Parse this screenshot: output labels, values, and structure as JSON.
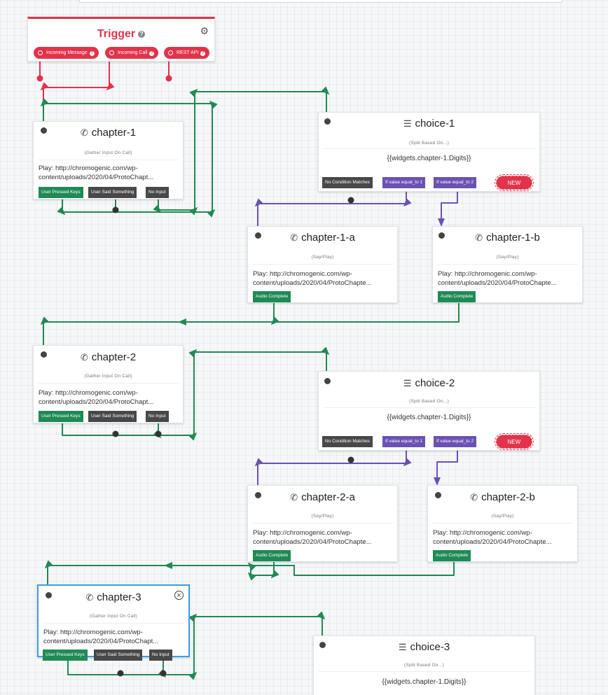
{
  "colors": {
    "accent_red": "#e2334a",
    "wire_green": "#1f8a55",
    "wire_purple": "#6a52b3",
    "wire_red": "#e2334a",
    "selected_border": "#3ba0e0"
  },
  "trigger": {
    "title": "Trigger",
    "help_icon": "question-icon",
    "settings_icon": "gears-icon",
    "ports": [
      "Incoming Message",
      "Incoming Call",
      "REST API"
    ]
  },
  "widgets": {
    "chapter_1": {
      "title": "chapter-1",
      "icon": "phone-icon",
      "subtitle": "(Gather Input On Call)",
      "body_1": "Play: http://chromogenic.com/wp-",
      "body_2": "content/uploads/2020/04/ProtoChapt...",
      "ports": [
        "User Pressed Keys",
        "User Said Something",
        "No Input"
      ]
    },
    "choice_1": {
      "title": "choice-1",
      "icon": "split-icon",
      "subtitle": "(Split Based On...)",
      "expression": "{{widgets.chapter-1.Digits}}",
      "ports": [
        "No Condition Matches",
        "If value equal_to 1",
        "If value equal_to 2"
      ],
      "new_label": "NEW"
    },
    "chapter_1_a": {
      "title": "chapter-1-a",
      "icon": "phone-icon",
      "subtitle": "(Say/Play)",
      "body_1": "Play: http://chromogenic.com/wp-",
      "body_2": "content/uploads/2020/04/ProtoChapte...",
      "ports": [
        "Audio Complete"
      ]
    },
    "chapter_1_b": {
      "title": "chapter-1-b",
      "icon": "phone-icon",
      "subtitle": "(Say/Play)",
      "body_1": "Play: http://chromogenic.com/wp-",
      "body_2": "content/uploads/2020/04/ProtoChapte...",
      "ports": [
        "Audio Complete"
      ]
    },
    "chapter_2": {
      "title": "chapter-2",
      "icon": "phone-icon",
      "subtitle": "(Gather Input On Call)",
      "body_1": "Play: http://chromogenic.com/wp-",
      "body_2": "content/uploads/2020/04/ProtoChapt...",
      "ports": [
        "User Pressed Keys",
        "User Said Something",
        "No Input"
      ]
    },
    "choice_2": {
      "title": "choice-2",
      "icon": "split-icon",
      "subtitle": "(Split Based On...)",
      "expression": "{{widgets.chapter-1.Digits}}",
      "ports": [
        "No Condition Matches",
        "If value equal_to 1",
        "If value equal_to 2"
      ],
      "new_label": "NEW"
    },
    "chapter_2_a": {
      "title": "chapter-2-a",
      "icon": "phone-icon",
      "subtitle": "(Say/Play)",
      "body_1": "Play: http://chromogenic.com/wp-",
      "body_2": "content/uploads/2020/04/ProtoChapte...",
      "ports": [
        "Audio Complete"
      ]
    },
    "chapter_2_b": {
      "title": "chapter-2-b",
      "icon": "phone-icon",
      "subtitle": "(Say/Play)",
      "body_1": "Play: http://chromogenic.com/wp-",
      "body_2": "content/uploads/2020/04/ProtoChapte...",
      "ports": [
        "Audio Complete"
      ]
    },
    "chapter_3": {
      "title": "chapter-3",
      "icon": "phone-icon",
      "subtitle": "(Gather Input On Call)",
      "body_1": "Play: http://chromogenic.com/wp-",
      "body_2": "content/uploads/2020/04/ProtoChapt...",
      "ports": [
        "User Pressed Keys",
        "User Said Something",
        "No Input"
      ],
      "close_icon": "close-circle-icon"
    },
    "choice_3": {
      "title": "choice-3",
      "icon": "split-icon",
      "subtitle": "(Split Based On...)",
      "expression": "{{widgets.chapter-1.Digits}}"
    }
  }
}
